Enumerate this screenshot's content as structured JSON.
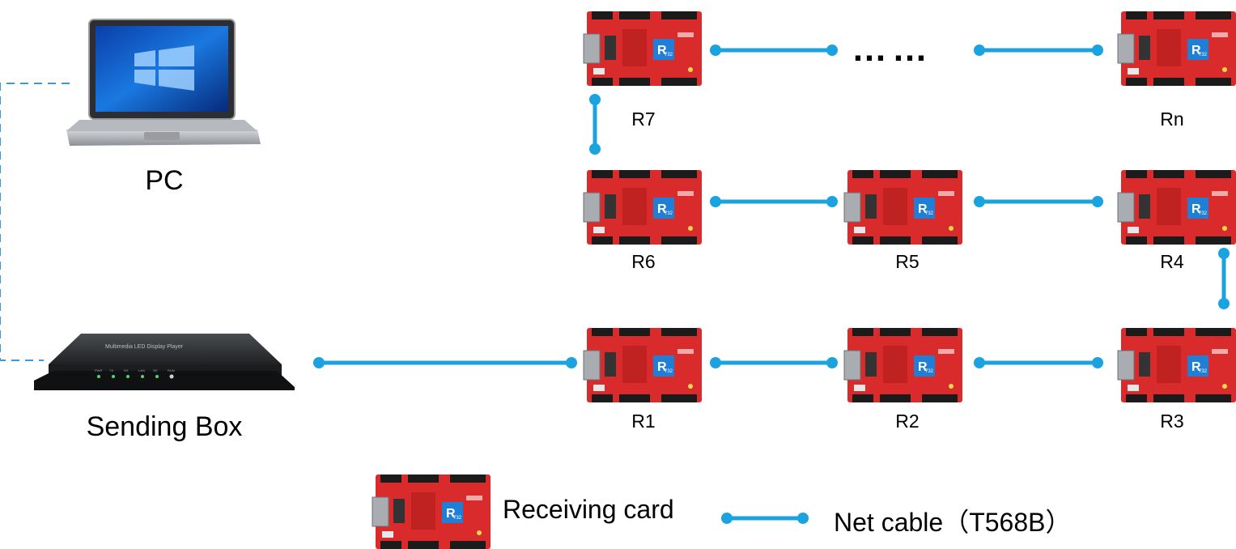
{
  "pc": {
    "label": "PC"
  },
  "sending_box": {
    "label": "Sending Box",
    "panel_title": "Multimedia LED Display Player",
    "indicators": [
      "PWR",
      "TX",
      "RX",
      "LAN",
      "SD",
      "RUN"
    ]
  },
  "card_chip_text": "R",
  "card_chip_model": "732",
  "cards": [
    {
      "id": "R1",
      "label": "R1"
    },
    {
      "id": "R2",
      "label": "R2"
    },
    {
      "id": "R3",
      "label": "R3"
    },
    {
      "id": "R4",
      "label": "R4"
    },
    {
      "id": "R5",
      "label": "R5"
    },
    {
      "id": "R6",
      "label": "R6"
    },
    {
      "id": "R7",
      "label": "R7"
    },
    {
      "id": "Rn",
      "label": "Rn"
    }
  ],
  "ellipsis": "……",
  "legend": {
    "receiving_card": "Receiving card",
    "net_cable": "Net cable（T568B）"
  },
  "colors": {
    "cable": "#1aa3de",
    "card_red": "#d92b2b",
    "dashed_link": "#3a9ad6",
    "box": "#2a2c2e"
  }
}
